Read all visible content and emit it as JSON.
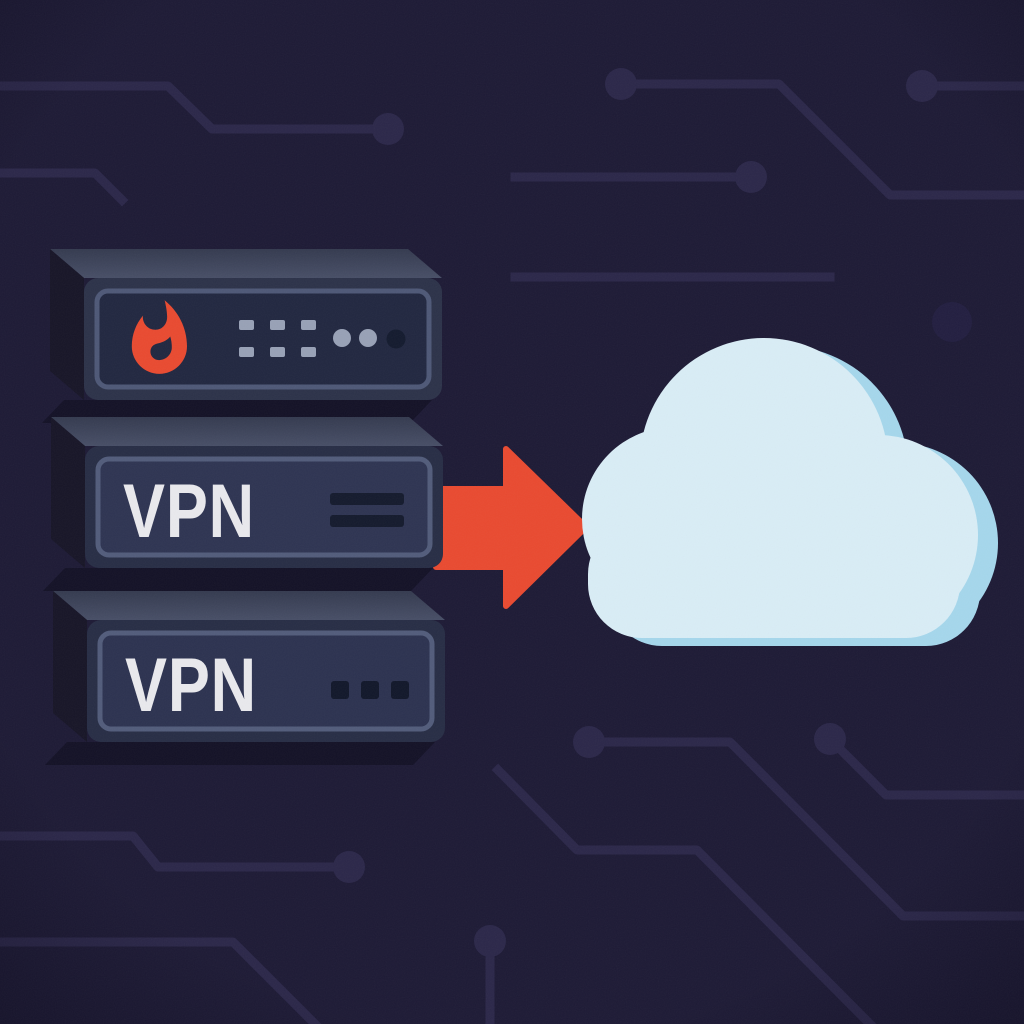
{
  "scene": {
    "alt": "Firewall and two VPN appliances with a red arrow pointing into a cloud, on a dark circuit-board background",
    "background_color": "#1d1a35",
    "circuit_color": "#2b2749",
    "palette": {
      "accent_red": "#e94a30",
      "cloud_light": "#d9edf6",
      "cloud_shadow": "#a5d7ec",
      "label_text": "#e9e9ed",
      "led_on": "#98a1b6",
      "led_off": "#131a2e",
      "panel_border": "#515b7a",
      "box_top": "#3d435a",
      "box_side": "#171527"
    },
    "devices": [
      {
        "name": "firewall-appliance",
        "icon": "flame-icon",
        "label": ""
      },
      {
        "name": "vpn-appliance-1",
        "label": "VPN"
      },
      {
        "name": "vpn-appliance-2",
        "label": "VPN"
      }
    ],
    "arrow": {
      "name": "migration-arrow",
      "direction": "right"
    },
    "cloud": {
      "name": "cloud"
    }
  }
}
